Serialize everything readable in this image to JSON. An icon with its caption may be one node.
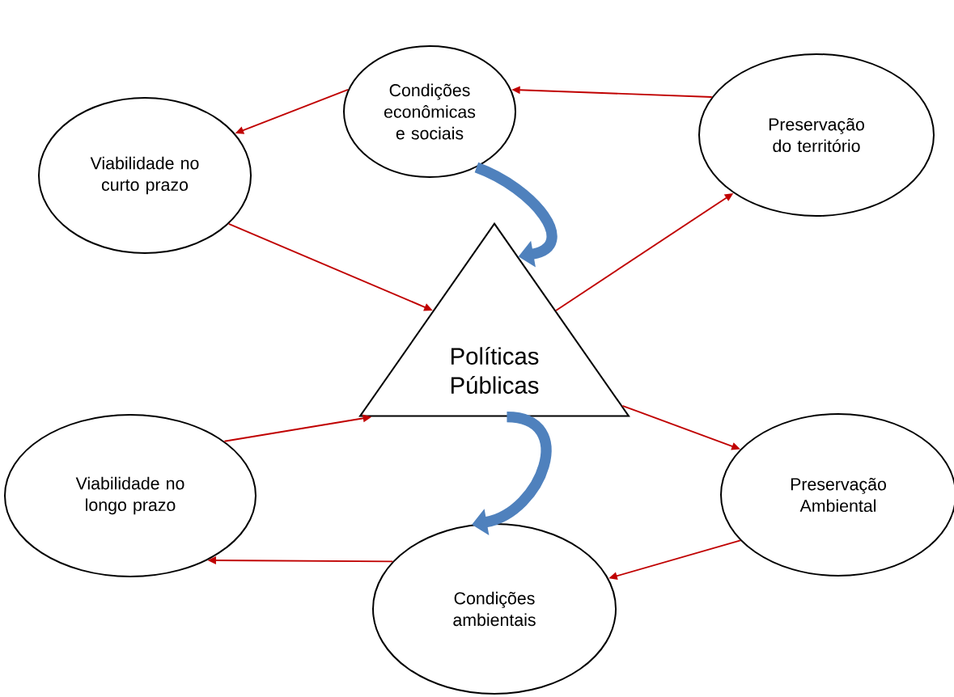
{
  "diagram": {
    "nodes": [
      {
        "text": [
          "Condições econômicas e sociais"
        ]
      },
      {
        "text": [
          "Viabilidade no curto prazo"
        ]
      },
      {
        "text": [
          "Preservação do território"
        ]
      },
      {
        "text": [
          "Políticas Públicas"
        ]
      },
      {
        "text": [
          "Viabilidade no longo prazo"
        ]
      },
      {
        "text": [
          "Preservação Ambiental"
        ]
      },
      {
        "text": [
          "Condições ambientais"
        ]
      }
    ],
    "edges": [
      {
        "from": 0,
        "to": 1,
        "arrow": "to"
      },
      {
        "from": 2,
        "to": 0,
        "arrow": "to"
      },
      {
        "from": 1,
        "to": 3,
        "arrow": "to"
      },
      {
        "from": 3,
        "to": 2,
        "arrow": "to"
      },
      {
        "from": 4,
        "to": 3,
        "arrow": "to"
      },
      {
        "from": 3,
        "to": 5,
        "arrow": "to"
      },
      {
        "from": 5,
        "to": 6,
        "arrow": "to"
      },
      {
        "from": 6,
        "to": 4,
        "arrow": "to"
      },
      {
        "from": 0,
        "to": 3,
        "arrow": "to",
        "style": "thick",
        "color": "#4f81bd"
      },
      {
        "from": 3,
        "to": 6,
        "arrow": "to",
        "style": "thick",
        "color": "#4f81bd"
      }
    ]
  }
}
